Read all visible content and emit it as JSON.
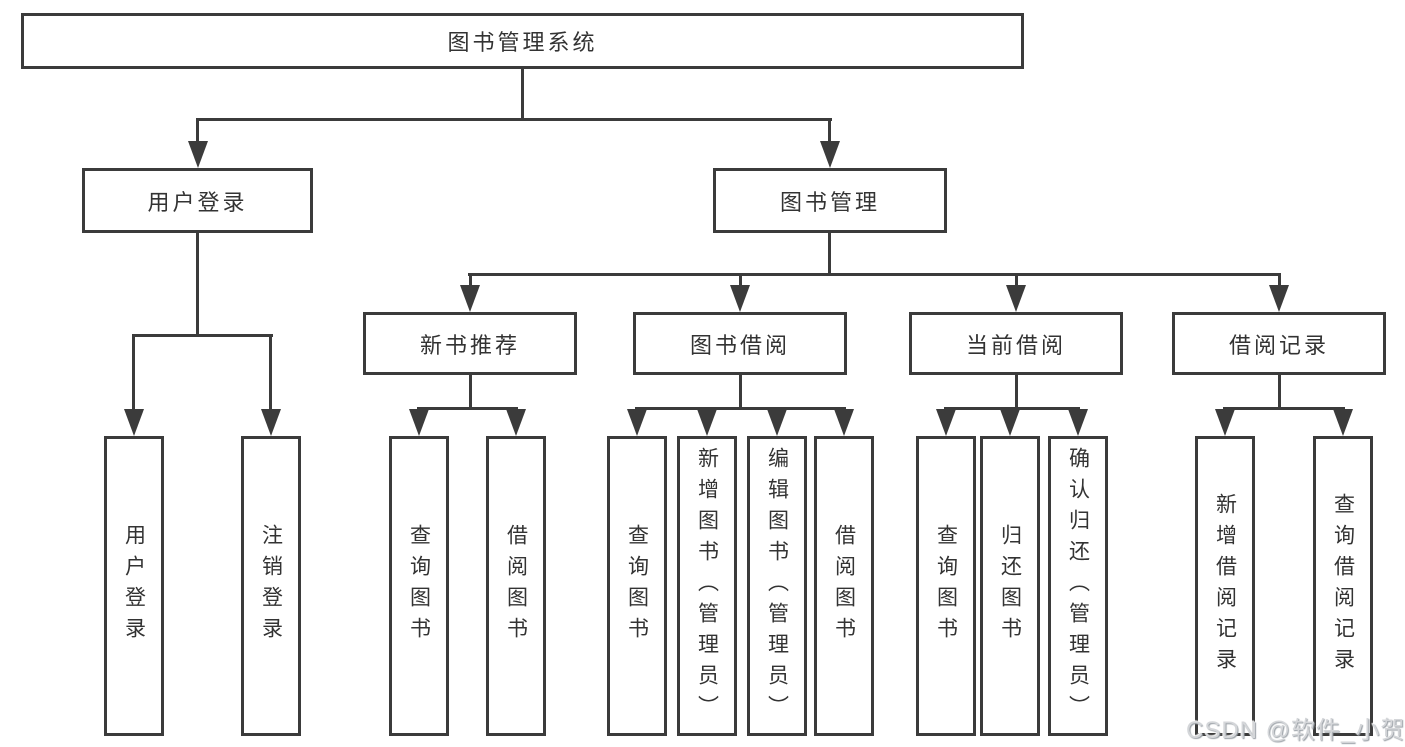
{
  "diagram_type": "hierarchy-tree",
  "colors": {
    "line": "#3b3b3b",
    "box_border": "#3b3b3b",
    "text": "#333333",
    "background": "#ffffff",
    "watermark_text_color": "#d4d6d9"
  },
  "watermark": {
    "text": "CSDN @软件_小贺同学"
  },
  "tree": {
    "root": {
      "label": "图书管理系统"
    },
    "user_login": {
      "label": "用户登录",
      "children": [
        {
          "label": "用户登录"
        },
        {
          "label": "注销登录"
        }
      ]
    },
    "book_mgmt": {
      "label": "图书管理",
      "sections": [
        {
          "label": "新书推荐",
          "children": [
            {
              "label": "查询图书"
            },
            {
              "label": "借阅图书"
            }
          ]
        },
        {
          "label": "图书借阅",
          "children": [
            {
              "label": "查询图书"
            },
            {
              "label": "新增图书（管理员）"
            },
            {
              "label": "编辑图书（管理员）"
            },
            {
              "label": "借阅图书"
            }
          ]
        },
        {
          "label": "当前借阅",
          "children": [
            {
              "label": "查询图书"
            },
            {
              "label": "归还图书"
            },
            {
              "label": "确认归还（管理员）"
            }
          ]
        },
        {
          "label": "借阅记录",
          "children": [
            {
              "label": "新增借阅记录"
            },
            {
              "label": "查询借阅记录"
            }
          ]
        }
      ]
    }
  }
}
